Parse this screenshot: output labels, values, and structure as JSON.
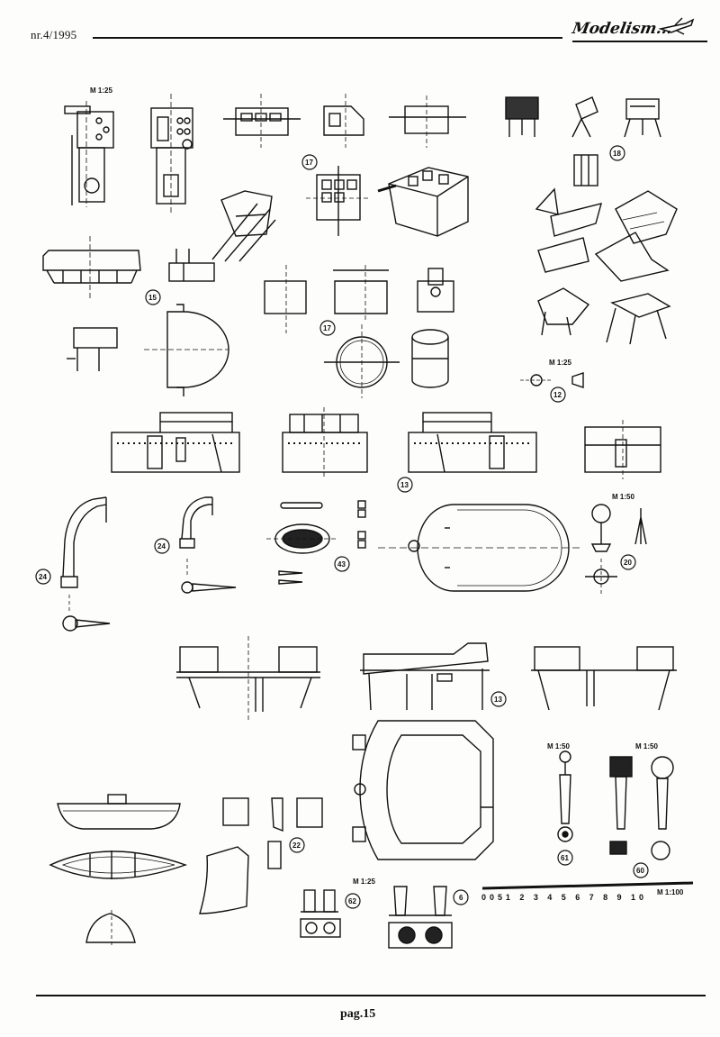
{
  "header": {
    "issue": "nr.4/1995",
    "brand": "Modelism..."
  },
  "footer": {
    "page": "pag.15"
  },
  "scales": {
    "a": "M 1:25",
    "b": "M 1:25",
    "c": "M 1:50",
    "d": "M 1:50",
    "e": "M 1:50",
    "f": "M 1:25",
    "bar": "M 1:100",
    "bar_ticks": "0051 2 3 4 5 6 7 8 9 10"
  },
  "parts": {
    "p17a": "17",
    "p17b": "17",
    "p18": "18",
    "p15": "15",
    "p12": "12",
    "p13a": "13",
    "p24a": "24",
    "p24b": "24",
    "p43": "43",
    "p20": "20",
    "p13b": "13",
    "p22": "22",
    "p61": "61",
    "p60": "60",
    "p62": "62",
    "p6": "6"
  }
}
